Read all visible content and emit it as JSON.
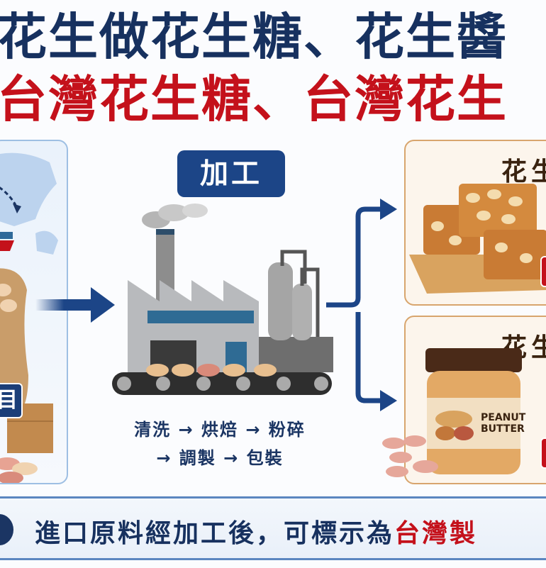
{
  "title": {
    "line1": "花生做花生糖、花生醬",
    "line2": "台灣花生糖、台灣花生"
  },
  "left_panel": {
    "label": "目"
  },
  "process": {
    "badge": "加工",
    "steps_line1": "清洗 → 烘焙 → 粉碎",
    "steps_line2": "→ 調製 → 包裝"
  },
  "products": [
    {
      "title": "花生"
    },
    {
      "title": "花生",
      "jar_label_line1": "PEANUT",
      "jar_label_line2": "BUTTER"
    }
  ],
  "banner": {
    "text": "進口原料經加工後，可標示為",
    "highlight": "台灣製"
  },
  "colors": {
    "navy": "#17315f",
    "red": "#c4111b",
    "badge_blue": "#1c4587",
    "brown": "#3a2310"
  }
}
